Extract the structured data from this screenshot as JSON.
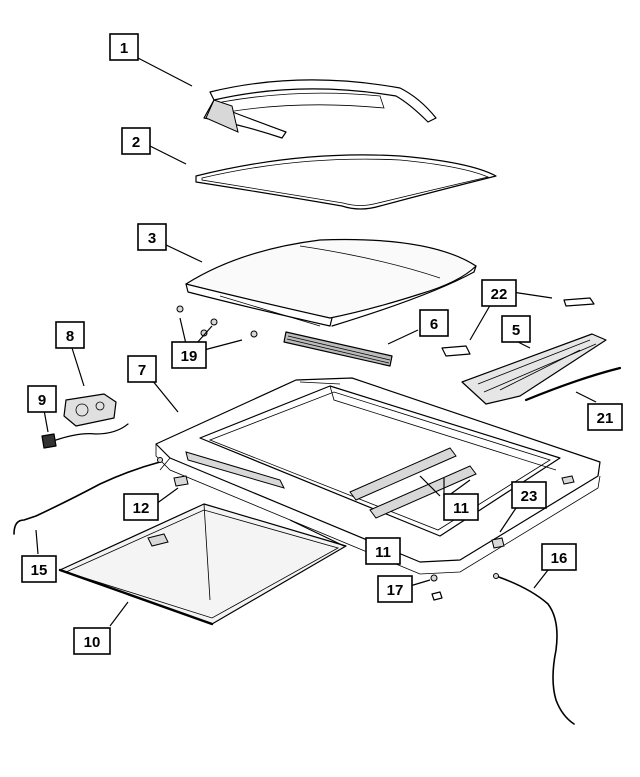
{
  "callouts": [
    {
      "id": "1",
      "label": "1"
    },
    {
      "id": "2",
      "label": "2"
    },
    {
      "id": "3",
      "label": "3"
    },
    {
      "id": "5",
      "label": "5"
    },
    {
      "id": "6",
      "label": "6"
    },
    {
      "id": "7",
      "label": "7"
    },
    {
      "id": "8",
      "label": "8"
    },
    {
      "id": "9",
      "label": "9"
    },
    {
      "id": "10",
      "label": "10"
    },
    {
      "id": "11a",
      "label": "11"
    },
    {
      "id": "11b",
      "label": "11"
    },
    {
      "id": "12",
      "label": "12"
    },
    {
      "id": "15",
      "label": "15"
    },
    {
      "id": "16",
      "label": "16"
    },
    {
      "id": "17",
      "label": "17"
    },
    {
      "id": "19",
      "label": "19"
    },
    {
      "id": "21",
      "label": "21"
    },
    {
      "id": "22",
      "label": "22"
    },
    {
      "id": "23",
      "label": "23"
    }
  ]
}
